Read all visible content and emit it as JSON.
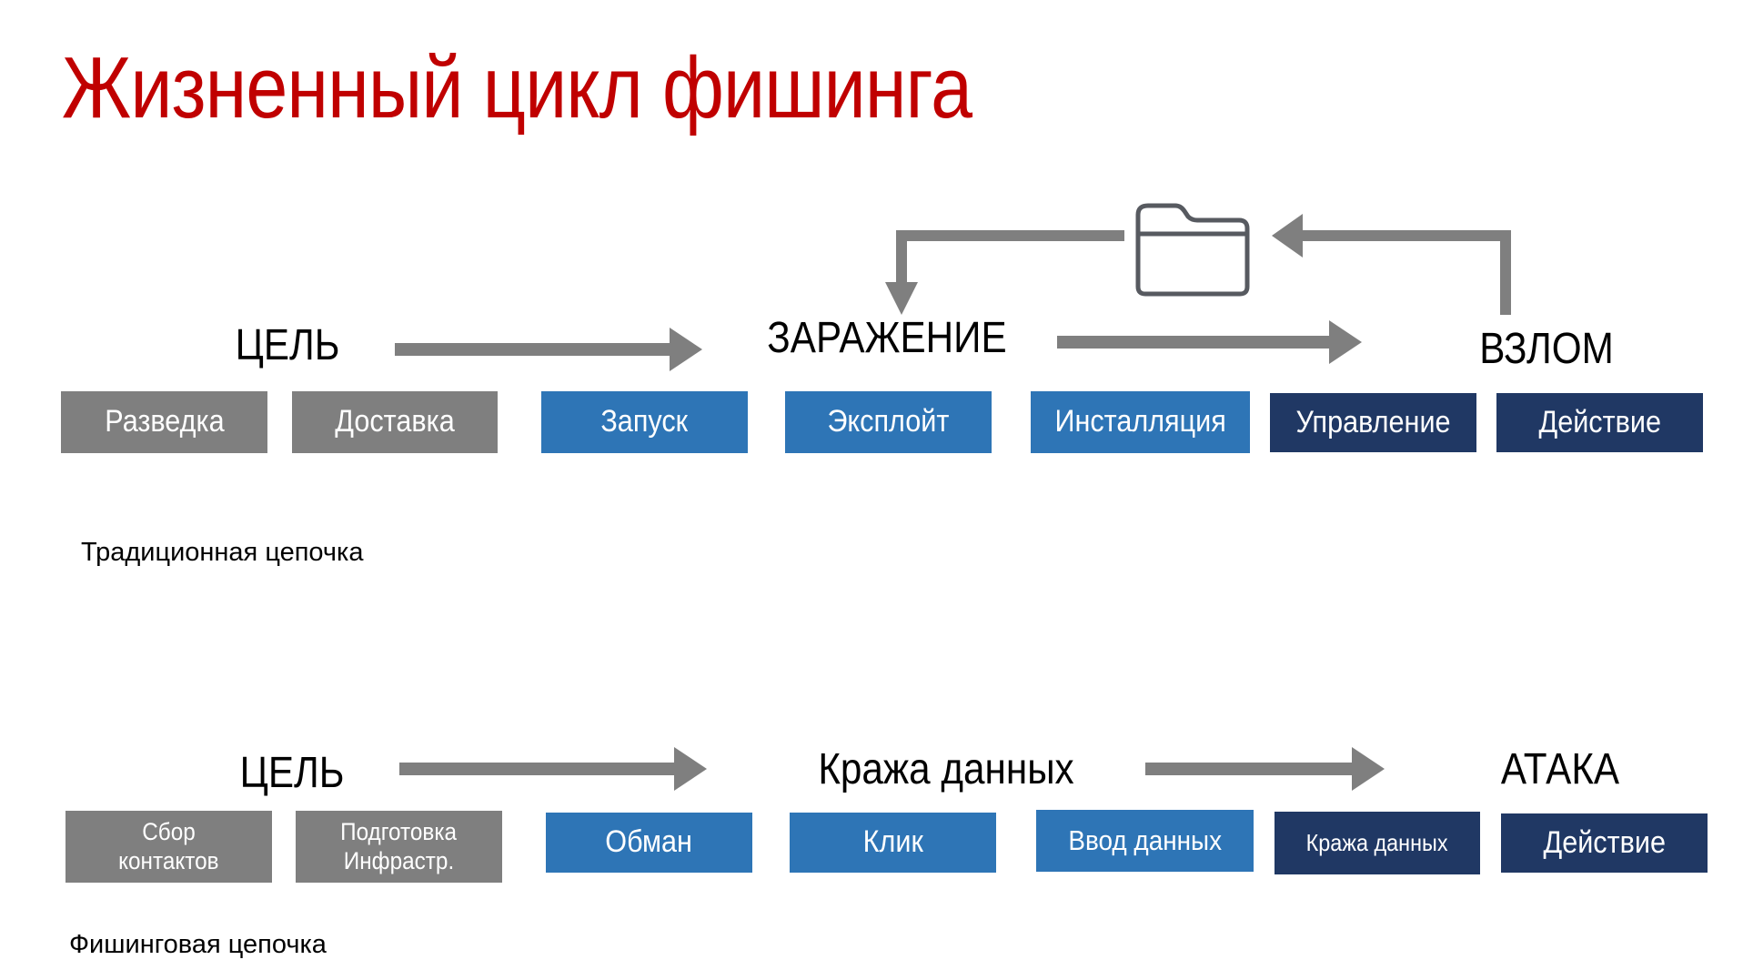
{
  "title": "Жизненный цикл фишинга",
  "colors": {
    "title": "#C00000",
    "gray_box": "#7F7F7F",
    "blue_box": "#2E75B6",
    "navy_box": "#203864",
    "arrow": "#7F7F7F",
    "folder_icon": "#575A60"
  },
  "traditional_chain": {
    "caption": "Традиционная цепочка",
    "stages": [
      "ЦЕЛЬ",
      "ЗАРАЖЕНИЕ",
      "ВЗЛОМ"
    ],
    "steps": [
      {
        "label": "Разведка",
        "color": "gray"
      },
      {
        "label": "Доставка",
        "color": "gray"
      },
      {
        "label": "Запуск",
        "color": "blue"
      },
      {
        "label": "Эксплойт",
        "color": "blue"
      },
      {
        "label": "Инсталляция",
        "color": "blue"
      },
      {
        "label": "Управление",
        "color": "navy"
      },
      {
        "label": "Действие",
        "color": "navy"
      }
    ],
    "feedback_icon": "folder-icon"
  },
  "phishing_chain": {
    "caption": "Фишинговая цепочка",
    "stages": [
      "ЦЕЛЬ",
      "Кража данных",
      "АТАКА"
    ],
    "steps": [
      {
        "label_line1": "Сбор",
        "label_line2": "контактов",
        "color": "gray"
      },
      {
        "label_line1": "Подготовка",
        "label_line2": "Инфрастр.",
        "color": "gray"
      },
      {
        "label": "Обман",
        "color": "blue"
      },
      {
        "label": "Клик",
        "color": "blue"
      },
      {
        "label": "Ввод данных",
        "color": "blue"
      },
      {
        "label": "Кража данных",
        "color": "navy"
      },
      {
        "label": "Действие",
        "color": "navy"
      }
    ]
  }
}
